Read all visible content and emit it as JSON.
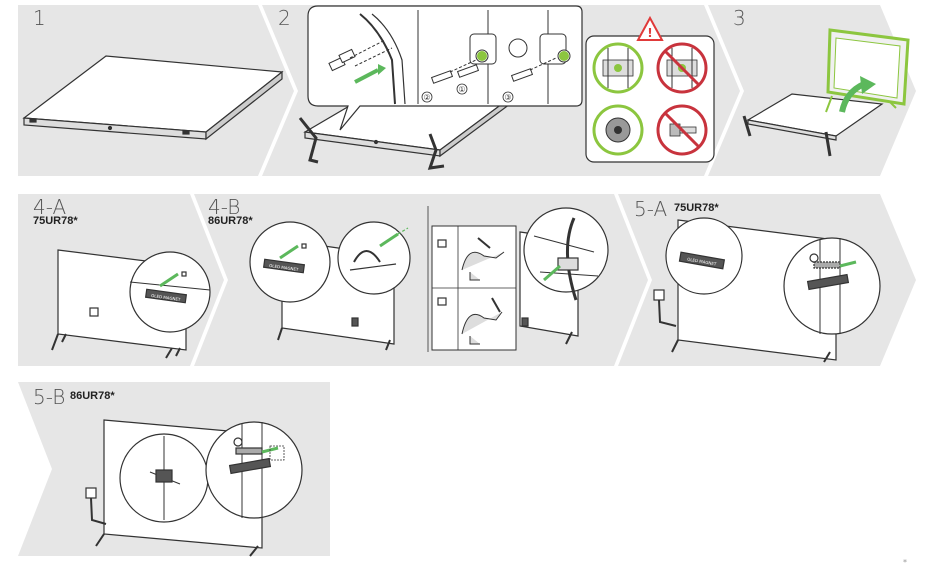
{
  "steps": {
    "s1": {
      "number": "1"
    },
    "s2": {
      "number": "2",
      "callouts": [
        "②",
        "①",
        "③"
      ],
      "warning_symbol": "!"
    },
    "s3": {
      "number": "3"
    },
    "s4a": {
      "number": "4-A",
      "model": "75UR78*"
    },
    "s4b": {
      "number": "4-B",
      "model": "86UR78*"
    },
    "s5a": {
      "number": "5-A",
      "model": "75UR78*"
    },
    "s5b": {
      "number": "5-B",
      "model": "86UR78*"
    }
  },
  "labels": {
    "magnet": "OLED MAGNET"
  },
  "page_mark": "*"
}
